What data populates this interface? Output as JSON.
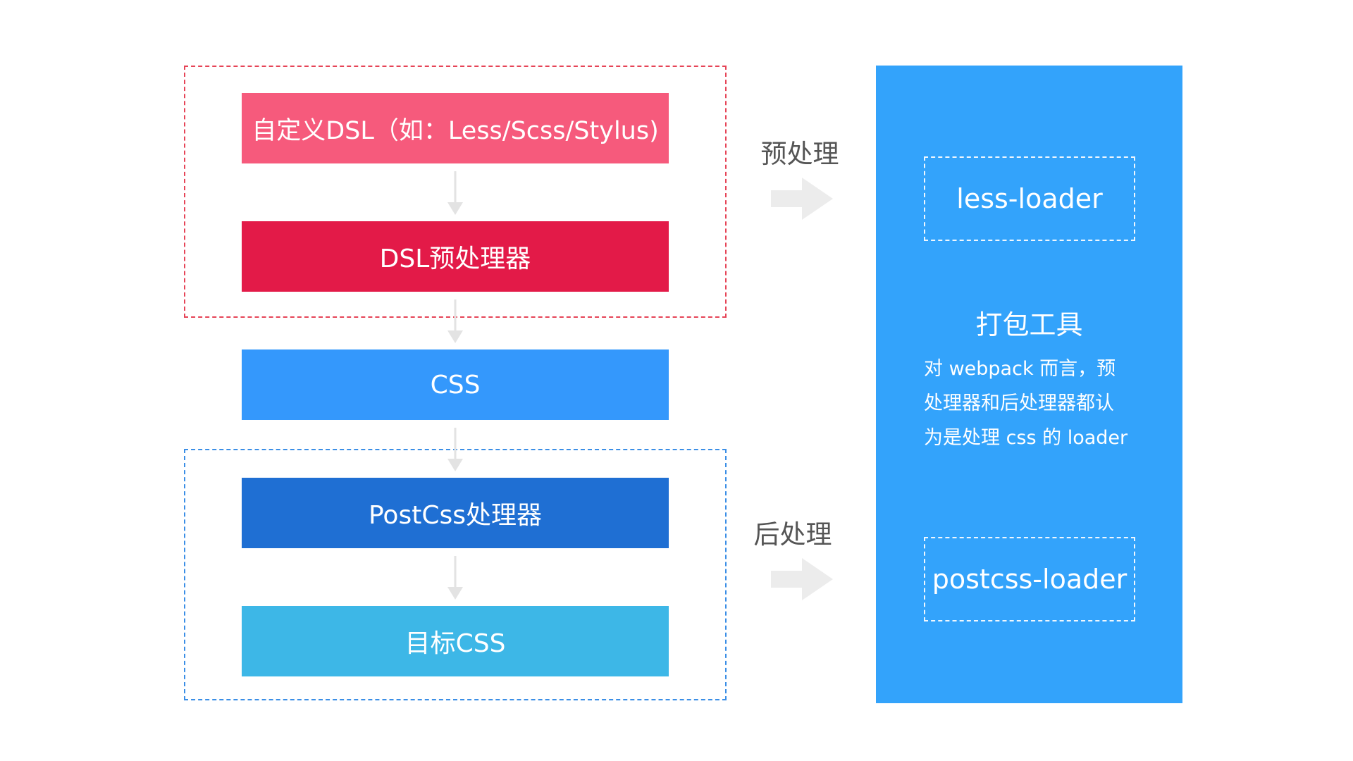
{
  "groups": {
    "preprocess_border_color": "#e64457",
    "postprocess_border_color": "#3a8ee6"
  },
  "steps": [
    {
      "label": "自定义DSL（如：Less/Scss/Stylus)",
      "color": "#f65a7c"
    },
    {
      "label": "DSL预处理器",
      "color": "#e31a48"
    },
    {
      "label": "CSS",
      "color": "#3498fc"
    },
    {
      "label": "PostCss处理器",
      "color": "#1f6fd3"
    },
    {
      "label": "目标CSS",
      "color": "#3db7e7"
    }
  ],
  "stages": {
    "pre": {
      "label": "预处理",
      "icon": "arrow-right-icon"
    },
    "post": {
      "label": "后处理",
      "icon": "arrow-right-icon"
    }
  },
  "tool_panel": {
    "color": "#33a3fb",
    "title": "打包工具",
    "loaders": [
      "less-loader",
      "postcss-loader"
    ],
    "note_lines": [
      "对 webpack 而言，预",
      "处理器和后处理器都认",
      "为是处理 css 的 loader"
    ]
  },
  "flow_arrow_icon": "arrow-down-icon"
}
